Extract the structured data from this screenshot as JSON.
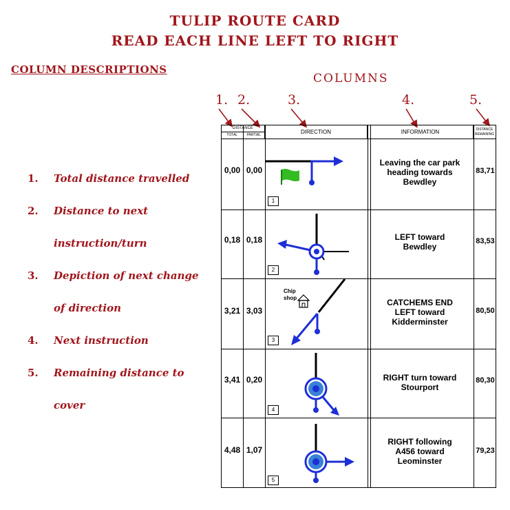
{
  "header": {
    "title_line1": "TULIP ROUTE CARD",
    "title_line2": "READ EACH LINE LEFT TO RIGHT"
  },
  "descriptions": {
    "heading": "COLUMN DESCRIPTIONS",
    "items": [
      {
        "num": "1.",
        "text": "Total distance travelled",
        "cont": ""
      },
      {
        "num": "2.",
        "text": "Distance to next",
        "cont": "instruction/turn"
      },
      {
        "num": "3.",
        "text": "Depiction of next change",
        "cont": "of direction"
      },
      {
        "num": "4.",
        "text": "Next instruction",
        "cont": ""
      },
      {
        "num": "5.",
        "text": "Remaining distance to",
        "cont": "cover"
      }
    ]
  },
  "columns": {
    "heading": "COLUMNS",
    "numbers": [
      "1.",
      "2.",
      "3.",
      "4.",
      "5."
    ]
  },
  "table": {
    "header_distance": "DISTANCE",
    "header_total": "TOTAL",
    "header_partial": "PARTIAL",
    "header_direction": "DIRECTION",
    "header_information": "INFORMATION",
    "header_remaining": "DISTANCE REMAINING",
    "rows": [
      {
        "total": "0,00",
        "partial": "0,00",
        "step": "1",
        "info": [
          "Leaving the car park",
          "heading towards",
          "Bewdley"
        ],
        "remaining": "83,71"
      },
      {
        "total": "0,18",
        "partial": "0,18",
        "step": "2",
        "info": [
          "LEFT toward",
          "Bewdley"
        ],
        "remaining": "83,53"
      },
      {
        "total": "3,21",
        "partial": "3,03",
        "step": "3",
        "info": [
          "CATCHEMS END",
          "LEFT toward",
          "Kidderminster"
        ],
        "remaining": "80,50",
        "landmark": [
          "Chip",
          "shop"
        ]
      },
      {
        "total": "3,41",
        "partial": "0,20",
        "step": "4",
        "info": [
          "RIGHT turn toward",
          "Stourport"
        ],
        "remaining": "80,30"
      },
      {
        "total": "4,48",
        "partial": "1,07",
        "step": "5",
        "info": [
          "RIGHT following",
          "A456 toward",
          "Leominster"
        ],
        "remaining": "79,23"
      }
    ]
  },
  "colors": {
    "heading_red": "#a0161c",
    "arrow_blue": "#1d2fd6",
    "flag_green": "#33bb22"
  }
}
